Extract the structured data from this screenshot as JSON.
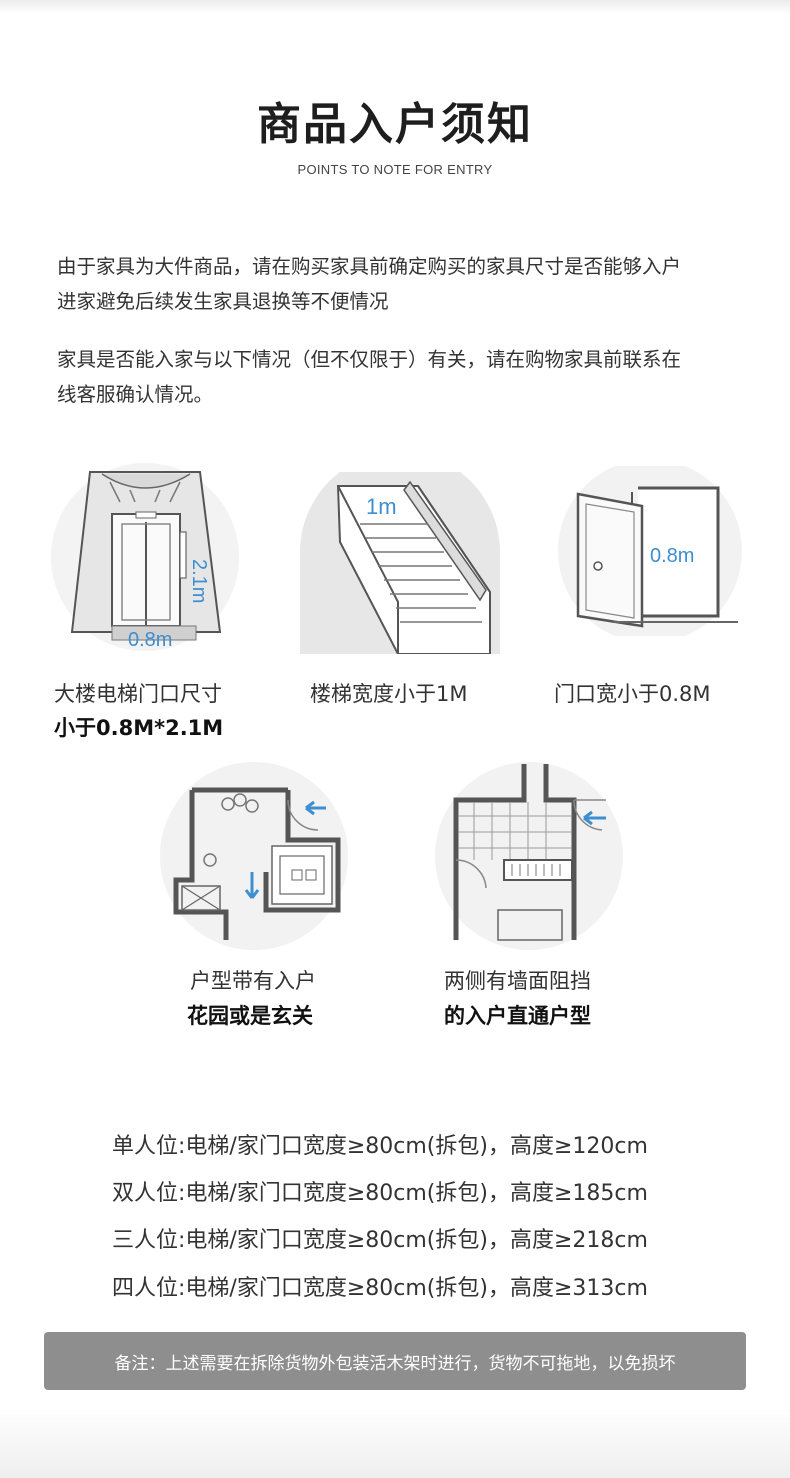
{
  "header": {
    "title": "商品入户须知",
    "subtitle": "POINTS TO NOTE FOR ENTRY"
  },
  "intro": {
    "line1": "由于家具为大件商品，请在购买家具前确定购买的家具尺寸是否能够入户",
    "line2": "进家避免后续发生家具退换等不便情况",
    "line3": "家具是否能入家与以下情况（但不仅限于）有关，请在购物家具前联系在",
    "line4": "线客服确认情况。"
  },
  "cases": [
    {
      "icon": "elevator-icon",
      "label": "大楼电梯门口尺寸",
      "label_bold": "小于0.8M*2.1M",
      "dim_width": "0.8m",
      "dim_height": "2.1m"
    },
    {
      "icon": "stairs-icon",
      "label": "楼梯宽度小于1M",
      "dim_width": "1m"
    },
    {
      "icon": "door-icon",
      "label": "门口宽小于0.8M",
      "dim_width": "0.8m"
    },
    {
      "icon": "floorplan-garden-icon",
      "label": "户型带有入户",
      "label_bold": "花园或是玄关"
    },
    {
      "icon": "floorplan-corridor-icon",
      "label": "两侧有墙面阻挡",
      "label_bold": "的入户直通户型"
    }
  ],
  "requirements": [
    "单人位:电梯/家门口宽度≥80cm(拆包)，高度≥120cm",
    "双人位:电梯/家门口宽度≥80cm(拆包)，高度≥185cm",
    "三人位:电梯/家门口宽度≥80cm(拆包)，高度≥218cm",
    "四人位:电梯/家门口宽度≥80cm(拆包)，高度≥313cm"
  ],
  "note": "备注：上述需要在拆除货物外包装活木架时进行，货物不可拖地，以免损坏",
  "colors": {
    "accent_blue": "#3d8fd1",
    "note_bg": "#8e8e8e"
  }
}
